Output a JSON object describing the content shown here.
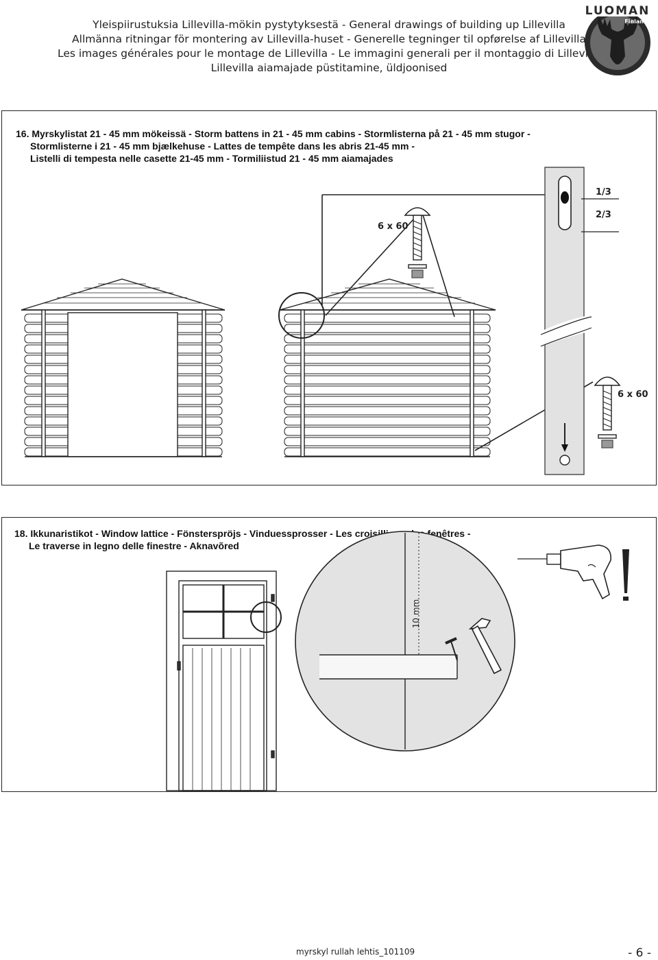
{
  "header": {
    "lines": [
      "Yleispiirustuksia Lillevilla-mökin pystytyksestä - General drawings of building up Lillevilla",
      "Allmänna ritningar för montering av Lillevilla-huset - Generelle tegninger til opførelse af Lillevilla",
      "Les images générales pour le montage de Lillevilla - Le immagini generali per il montaggio di Lillevilla",
      "Lillevilla aiamajade püstitamine, üldjoonised"
    ],
    "logo_text": "LUOMAN",
    "logo_subtext": "Finland"
  },
  "step16": {
    "title_lines": [
      "16. Myrskylistat 21 - 45 mm mökeissä - Storm battens in 21 - 45 mm cabins - Stormlisterna på 21 - 45 mm stugor -",
      "Stormlisterne i 21 - 45  mm bjælkehuse - Lattes de tempête dans les abris 21-45 mm -",
      "Listelli di tempesta nelle casette 21-45 mm - Tormiliistud 21 - 45 mm aiamajades"
    ],
    "labels": {
      "fraction_top": "1/3",
      "fraction_bottom": "2/3",
      "screw_top": "6 x 60",
      "screw_bottom": "6 x 60"
    }
  },
  "step18": {
    "title_lines": [
      "18. Ikkunaristikot - Window lattice - Fönsterspröjs - Vinduessprosser - Les croisillions des fenêtres -",
      "Le traverse in legno delle finestre - Aknavõred"
    ],
    "labels": {
      "dimension": "10 mm",
      "warning": "!"
    }
  },
  "footer": {
    "reference": "myrskyl rullah lehtis_101109",
    "page": "- 6 -"
  }
}
